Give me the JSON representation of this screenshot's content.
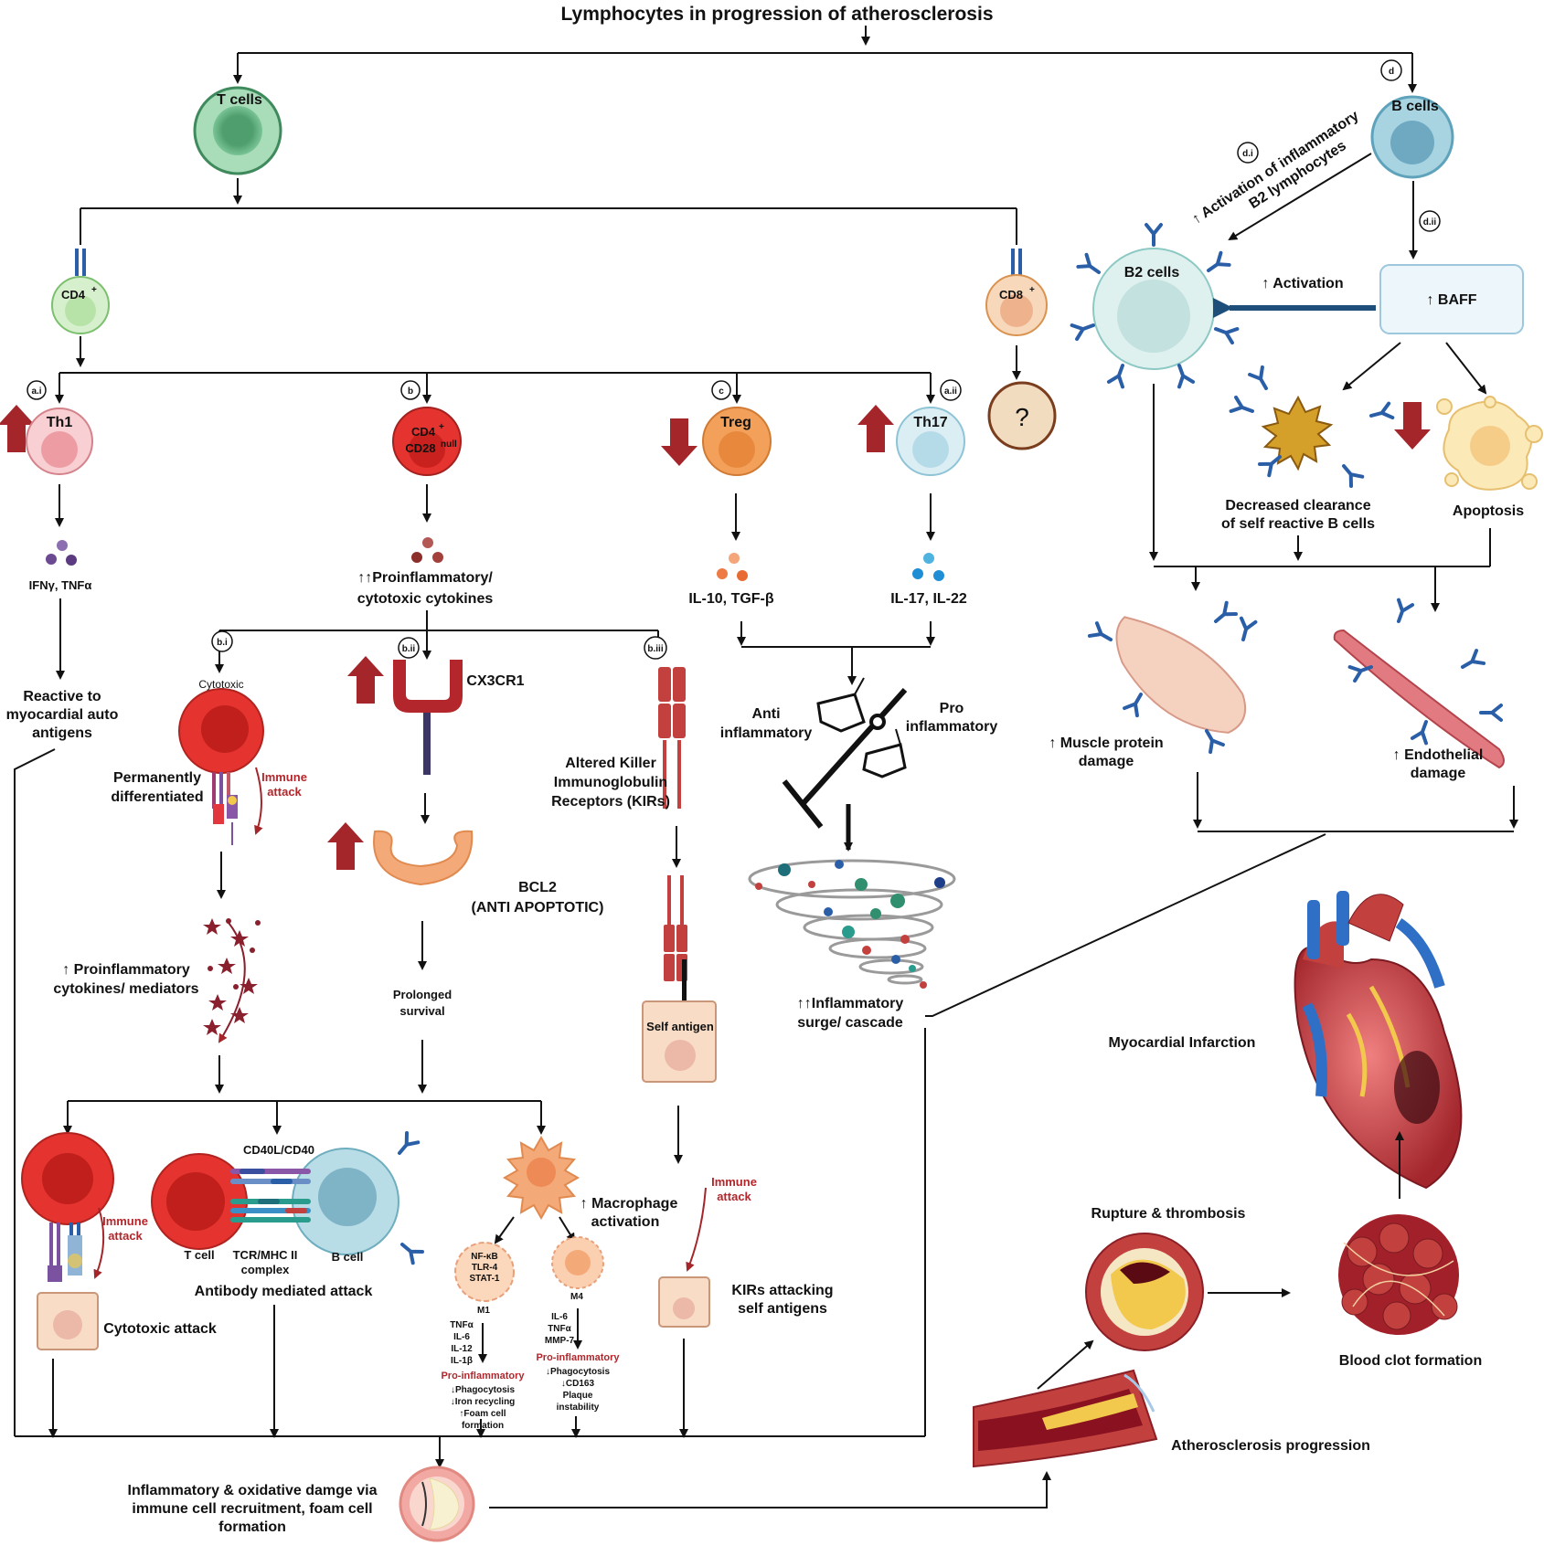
{
  "title": "Lymphocytes in progression of atherosclerosis",
  "badges": {
    "ai": "a.i",
    "aii": "a.ii",
    "b": "b",
    "bi": "b.i",
    "bii": "b.ii",
    "biii": "b.iii",
    "c": "c",
    "d": "d",
    "di": "d.i",
    "dii": "d.ii"
  },
  "t_branch": {
    "t_cells": "T cells",
    "cd4": "CD4",
    "cd8": "CD8",
    "plus": "+",
    "unknown": "?",
    "th1": "Th1",
    "cd28_top": "CD4",
    "cd28_bottom": "CD28",
    "null_sup": "null",
    "treg": "Treg",
    "th17": "Th17",
    "th1_cytokines": "IFNγ, TNFα",
    "th1_outcome": [
      "Reactive to",
      "myocardial auto",
      "antigens"
    ],
    "cd28_cytokines": [
      "↑↑Proinflammatory/",
      "cytotoxic cytokines"
    ],
    "treg_cytokines": "IL-10, TGF-β",
    "th17_cytokines": "IL-17, IL-22",
    "balance_left": [
      "Anti",
      "inflammatory"
    ],
    "balance_right": [
      "Pro",
      "inflammatory"
    ],
    "inflammatory_surge": [
      "↑↑Inflammatory",
      "surge/ cascade"
    ],
    "cytotoxic": "Cytotoxic",
    "perm_diff": [
      "Permanently",
      "differentiated"
    ],
    "immune_attack": [
      "Immune",
      "attack"
    ],
    "cx3cr1": "CX3CR1",
    "bcl2": [
      "BCL2",
      "(ANTI APOPTOTIC)"
    ],
    "prolonged": [
      "Prolonged",
      "survival"
    ],
    "kir": [
      "Altered Killer",
      "Immunoglobulin",
      "Receptors (KIRs)"
    ],
    "self_antigen": "Self antigen",
    "pro_mediators": [
      "↑ Proinflammatory",
      "cytokines/ mediators"
    ],
    "cd40": "CD40L/CD40",
    "t_cell": "T cell",
    "b_cell": "B cell",
    "tcr_mhc": [
      "TCR/MHC II",
      "complex"
    ],
    "antibody_attack": "Antibody mediated attack",
    "cytotoxic_attack": "Cytotoxic attack",
    "macro_activation": [
      "↑ Macrophage",
      "activation"
    ],
    "m1_markers": [
      "NF-κB",
      "TLR-4",
      "STAT-1"
    ],
    "m1": "M1",
    "m1_cytokines": [
      "TNFα",
      "IL-6",
      "IL-12",
      "IL-1β"
    ],
    "m1_pro": "Pro-inflammatory",
    "m1_effects": [
      "↓Phagocytosis",
      "↓Iron recycling",
      "↑Foam cell",
      "formation"
    ],
    "m4": "M4",
    "m4_cytokines": [
      "IL-6",
      "TNFα",
      "MMP-7"
    ],
    "m4_pro": "Pro-inflammatory",
    "m4_effects": [
      "↓Phagocytosis",
      "↓CD163",
      "Plaque",
      "instability"
    ],
    "kir_attack": [
      "KIRs attacking",
      "self antigens"
    ],
    "final_damage": [
      "Inflammatory & oxidative damge via",
      "immune cell recruitment, foam cell",
      "formation"
    ]
  },
  "b_branch": {
    "b_cells": "B cells",
    "activation_b2": [
      "↑ Activation of inflammatory",
      "B2 lymphocytes"
    ],
    "b2_cells": "B2 cells",
    "baff": "↑ BAFF",
    "activation": "↑ Activation",
    "decreased_clearance": [
      "Decreased clearance",
      "of self reactive B cells"
    ],
    "apoptosis": "Apoptosis",
    "muscle_damage": [
      "↑ Muscle protein",
      "damage"
    ],
    "endothelial_damage": [
      "↑ Endothelial",
      "damage"
    ]
  },
  "outcomes": {
    "mi": "Myocardial Infarction",
    "rupture": "Rupture & thrombosis",
    "clot": "Blood clot formation",
    "athero": "Atherosclerosis progression"
  },
  "colors": {
    "t_cell": "#6fbf8e",
    "cd4": "#bfe6b4",
    "cd8": "#f3c098",
    "th1": "#f2b1b6",
    "cd28null": "#e5332f",
    "treg": "#f2a05a",
    "th17": "#c2e1ec",
    "b_cell": "#8fc4d6",
    "b2_cell": "#c9e6e4",
    "antibody": "#2a5fa8",
    "red_arrow": "#a4262b",
    "blood_red": "#b3262b"
  }
}
